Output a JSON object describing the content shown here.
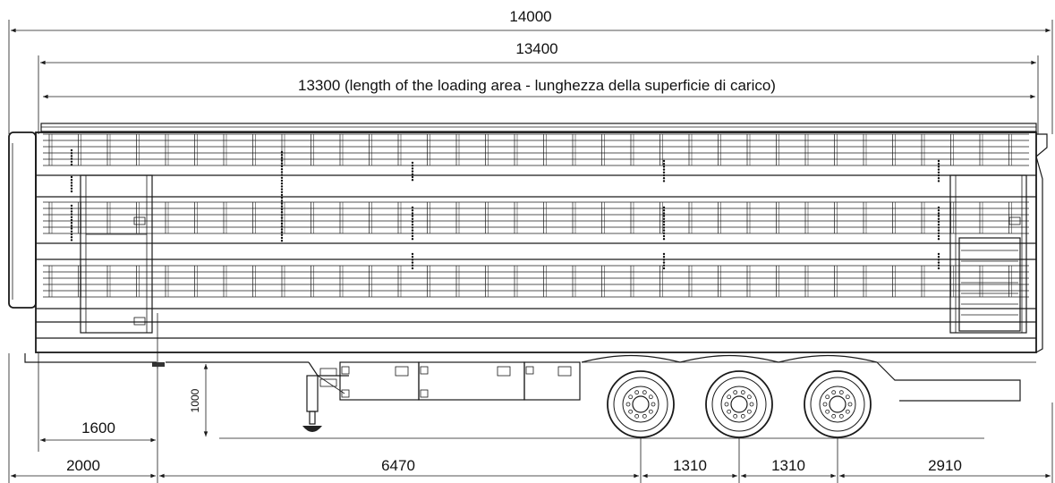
{
  "drawing": {
    "dim_overall": "14000",
    "dim_body": "13400",
    "dim_loading": "13300 (length of the loading area - lunghezza della superficie di carico)",
    "dim_kingpin": "1600",
    "dim_height": "1000",
    "dim_bottom": [
      "2000",
      "6470",
      "1310",
      "1310",
      "2910"
    ]
  }
}
